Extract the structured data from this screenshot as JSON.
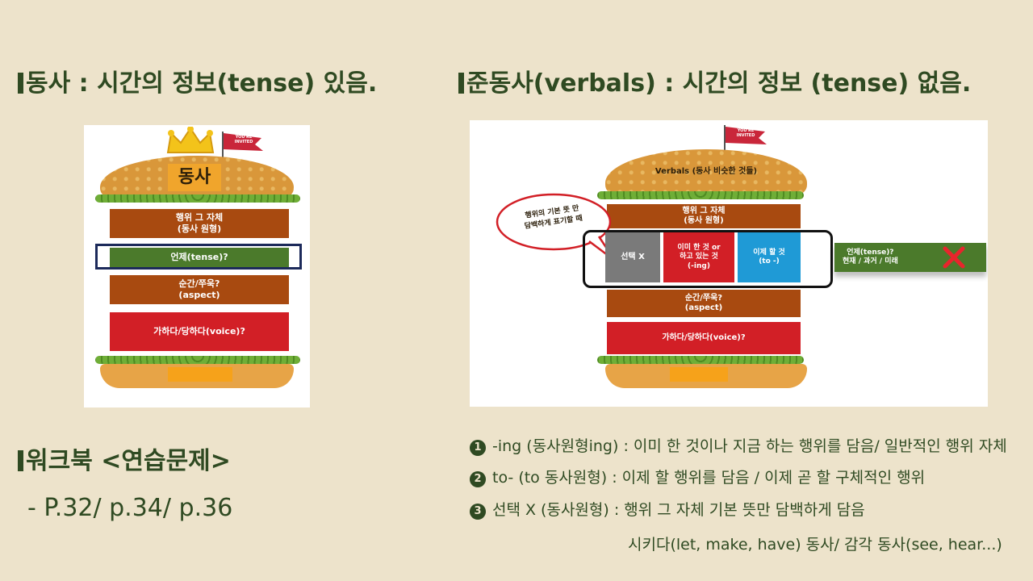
{
  "left_heading": "동사 : 시간의 정보(tense) 있음.",
  "right_heading": "준동사(verbals) : 시간의 정보 (tense) 없음.",
  "left_burger": {
    "flag_text": "YOU'RE INVITED",
    "title": "동사",
    "layer1": "행위 그 자체\n(동사 원형)",
    "layer2": "언제(tense)?",
    "layer3": "순간/쭈욱?\n(aspect)",
    "layer4": "가하다/당하다(voice)?"
  },
  "right_burger": {
    "flag_text": "YOU'RE INVITED",
    "title": "Verbals (동사 비슷한 것들)",
    "layer1": "행위 그 자체\n(동사 원형)",
    "bubble": "행위의 기본 뜻 만\n담백하게 표기할 때",
    "seg1": "선택 X",
    "seg2": "이미 한 것 or\n하고 있는 것\n(-ing)",
    "seg3": "이제 할 것\n(to -)",
    "tense_box": "언제(tense)?\n현재 / 과거 / 미래",
    "layer3": "순간/쭈욱?\n(aspect)",
    "layer4": "가하다/당하다(voice)?"
  },
  "workbook_heading": "워크북 <연습문제>",
  "workbook_pages": "- P.32/ p.34/ p.36",
  "notes": [
    {
      "num": "1",
      "text": "-ing (동사원형ing) : 이미 한 것이나 지금 하는 행위를 담음/ 일반적인 행위 자체"
    },
    {
      "num": "2",
      "text": "to- (to 동사원형) : 이제 할 행위를 담음 / 이제 곧 할 구체적인 행위"
    },
    {
      "num": "3",
      "text": "선택 X (동사원형) : 행위 그 자체 기본 뜻만 담백하게 담음"
    }
  ],
  "note_extra": "시키다(let, make, have) 동사/ 감각 동사(see, hear...)",
  "colors": {
    "background": "#ede3cb",
    "text": "#2f4a22",
    "brown": "#a84a10",
    "green": "#4b7a2b",
    "red": "#d21f26",
    "blue": "#1f9ad6",
    "gray": "#7a7a7a"
  }
}
